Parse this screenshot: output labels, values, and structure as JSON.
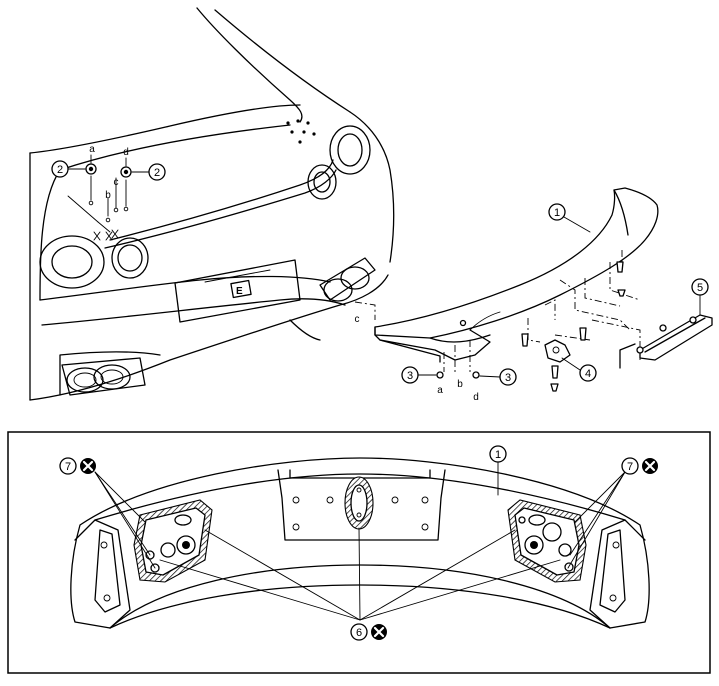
{
  "callouts": {
    "c1": "1",
    "c2": "2",
    "c3": "3",
    "c4": "4",
    "c5": "5",
    "c6": "6",
    "c7": "7"
  },
  "letters": {
    "a": "a",
    "b": "b",
    "c": "c",
    "d": "d"
  },
  "badge_glyph": "E",
  "icons": {
    "do_not_reuse": "x-circle-icon"
  }
}
